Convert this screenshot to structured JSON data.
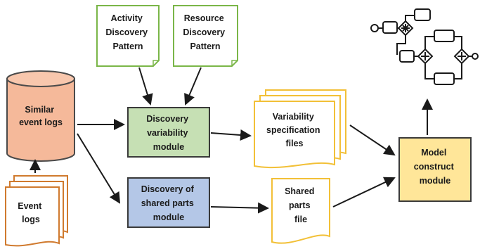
{
  "diagram": {
    "nodes": {
      "activity_pattern": {
        "lines": [
          "Activity",
          "Discovery",
          "Pattern"
        ]
      },
      "resource_pattern": {
        "lines": [
          "Resource",
          "Discovery",
          "Pattern"
        ]
      },
      "similar_logs": {
        "lines": [
          "Similar",
          "event logs"
        ]
      },
      "event_logs": {
        "lines": [
          "Event",
          "logs"
        ]
      },
      "variability_module": {
        "lines": [
          "Discovery",
          "variability",
          "module"
        ]
      },
      "shared_parts_module": {
        "lines": [
          "Discovery of",
          "shared parts",
          "module"
        ]
      },
      "variability_files": {
        "lines": [
          "Variability",
          "specification",
          "files"
        ]
      },
      "shared_parts_file": {
        "lines": [
          "Shared",
          "parts",
          "file"
        ]
      },
      "model_construct": {
        "lines": [
          "Model",
          "construct",
          "module"
        ]
      }
    },
    "icon": "process-model-icon",
    "colors": {
      "pattern_border": "#7ab648",
      "database_fill": "#f5b99a",
      "database_border": "#4a4a4a",
      "event_logs_border": "#d07a2e",
      "variability_fill": "#c6e0b4",
      "shared_fill": "#b4c7e7",
      "module_border": "#3a3a3a",
      "files_border": "#f2c037",
      "model_fill": "#ffe699",
      "arrow": "#1a1a1a"
    }
  }
}
